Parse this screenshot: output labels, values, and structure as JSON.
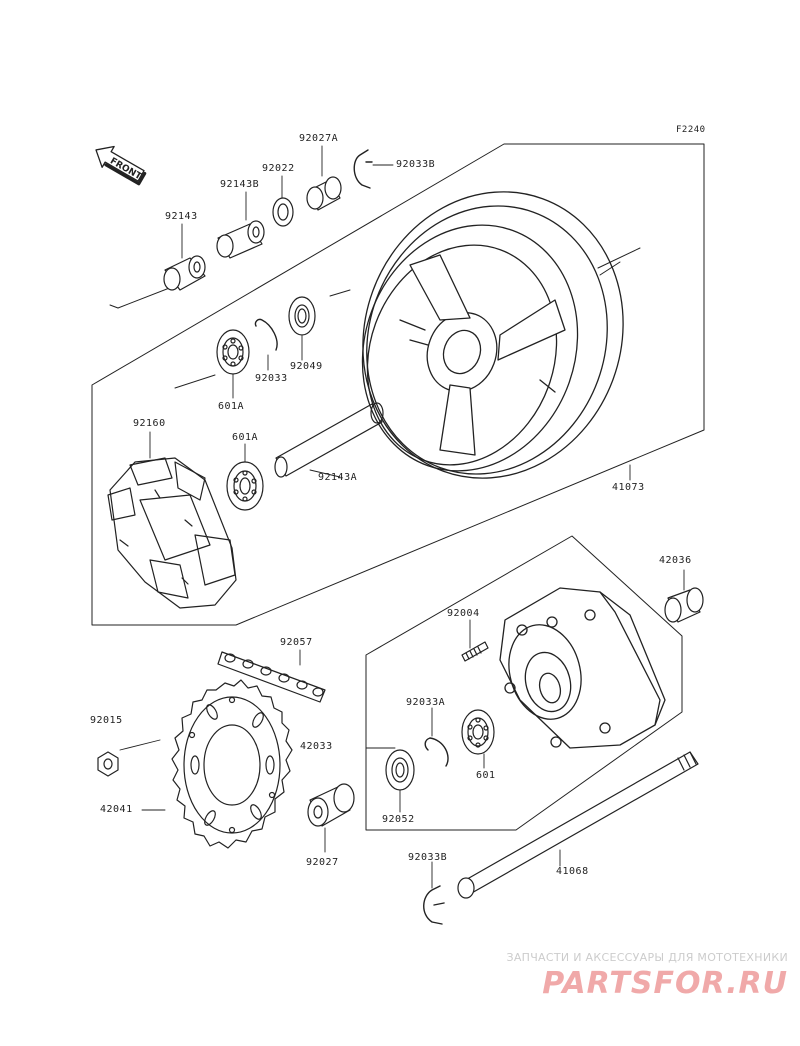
{
  "figure_code": "F2240",
  "direction_label": "FRONT",
  "watermark": {
    "tagline": "ЗАПЧАСТИ И АКСЕССУАРЫ ДЛЯ МОТОТЕХНИКИ",
    "logo": "PARTSFOR.RU"
  },
  "colors": {
    "line": "#222222",
    "watermark_logo": "#f0a9a9",
    "watermark_text": "#cccccc"
  },
  "parts": [
    {
      "id": "p1",
      "number": "92027A"
    },
    {
      "id": "p2",
      "number": "92033B"
    },
    {
      "id": "p3",
      "number": "92022"
    },
    {
      "id": "p4",
      "number": "92143B"
    },
    {
      "id": "p5",
      "number": "92143"
    },
    {
      "id": "p6",
      "number": "92049"
    },
    {
      "id": "p7",
      "number": "92033"
    },
    {
      "id": "p8",
      "number": "601A"
    },
    {
      "id": "p9",
      "number": "92160"
    },
    {
      "id": "p10",
      "number": "601A"
    },
    {
      "id": "p11",
      "number": "92143A"
    },
    {
      "id": "p12",
      "number": "41073"
    },
    {
      "id": "p13",
      "number": "42036"
    },
    {
      "id": "p14",
      "number": "92004"
    },
    {
      "id": "p15",
      "number": "92057"
    },
    {
      "id": "p16",
      "number": "92015"
    },
    {
      "id": "p17",
      "number": "92033A"
    },
    {
      "id": "p18",
      "number": "42033"
    },
    {
      "id": "p19",
      "number": "601"
    },
    {
      "id": "p20",
      "number": "42041"
    },
    {
      "id": "p21",
      "number": "92052"
    },
    {
      "id": "p22",
      "number": "92027"
    },
    {
      "id": "p23",
      "number": "92033B"
    },
    {
      "id": "p24",
      "number": "41068"
    }
  ]
}
